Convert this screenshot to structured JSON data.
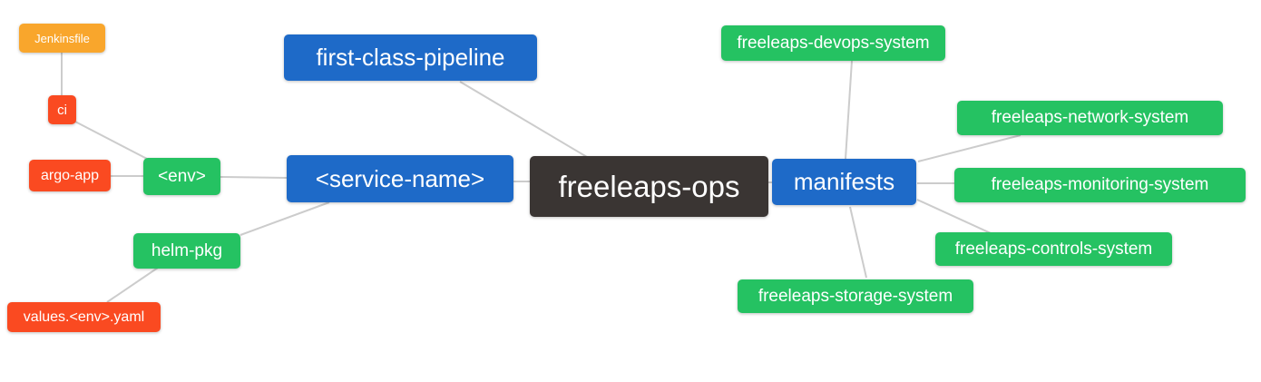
{
  "palette": {
    "root": "#3A3533",
    "branch": "#1E6AC8",
    "leaf_green": "#25C262",
    "leaf_red": "#FA4A21",
    "leaf_orange": "#F9A62C",
    "edge": "#CCCCCC",
    "text": "#FFFFFF",
    "background": "#FFFFFF"
  },
  "diagram": {
    "root_label": "freeleaps-ops",
    "nodes": [
      {
        "id": "jenkinsfile",
        "label": "Jenkinsfile",
        "color": "leaf_orange",
        "level": 4
      },
      {
        "id": "ci",
        "label": "ci",
        "color": "leaf_red",
        "level": 3
      },
      {
        "id": "argo-app",
        "label": "argo-app",
        "color": "leaf_red",
        "level": 3
      },
      {
        "id": "env",
        "label": "<env>",
        "color": "leaf_green",
        "level": 2
      },
      {
        "id": "helm-pkg",
        "label": "helm-pkg",
        "color": "leaf_green",
        "level": 2
      },
      {
        "id": "values-env-yaml",
        "label": "values.<env>.yaml",
        "color": "leaf_red",
        "level": 3
      },
      {
        "id": "first-class-pipeline",
        "label": "first-class-pipeline",
        "color": "branch",
        "level": 1
      },
      {
        "id": "service-name",
        "label": "<service-name>",
        "color": "branch",
        "level": 1
      },
      {
        "id": "freeleaps-ops",
        "label": "freeleaps-ops",
        "color": "root",
        "level": 0
      },
      {
        "id": "manifests",
        "label": "manifests",
        "color": "branch",
        "level": 1
      },
      {
        "id": "freeleaps-devops-system",
        "label": "freeleaps-devops-system",
        "color": "leaf_green",
        "level": 2
      },
      {
        "id": "freeleaps-network-system",
        "label": "freeleaps-network-system",
        "color": "leaf_green",
        "level": 2
      },
      {
        "id": "freeleaps-monitoring-system",
        "label": "freeleaps-monitoring-system",
        "color": "leaf_green",
        "level": 2
      },
      {
        "id": "freeleaps-controls-system",
        "label": "freeleaps-controls-system",
        "color": "leaf_green",
        "level": 2
      },
      {
        "id": "freeleaps-storage-system",
        "label": "freeleaps-storage-system",
        "color": "leaf_green",
        "level": 2
      }
    ],
    "edges": [
      [
        "jenkinsfile",
        "ci"
      ],
      [
        "ci",
        "env"
      ],
      [
        "argo-app",
        "env"
      ],
      [
        "env",
        "service-name"
      ],
      [
        "helm-pkg",
        "service-name"
      ],
      [
        "values-env-yaml",
        "helm-pkg"
      ],
      [
        "first-class-pipeline",
        "freeleaps-ops"
      ],
      [
        "service-name",
        "freeleaps-ops"
      ],
      [
        "freeleaps-ops",
        "manifests"
      ],
      [
        "manifests",
        "freeleaps-devops-system"
      ],
      [
        "manifests",
        "freeleaps-network-system"
      ],
      [
        "manifests",
        "freeleaps-monitoring-system"
      ],
      [
        "manifests",
        "freeleaps-controls-system"
      ],
      [
        "manifests",
        "freeleaps-storage-system"
      ]
    ]
  }
}
